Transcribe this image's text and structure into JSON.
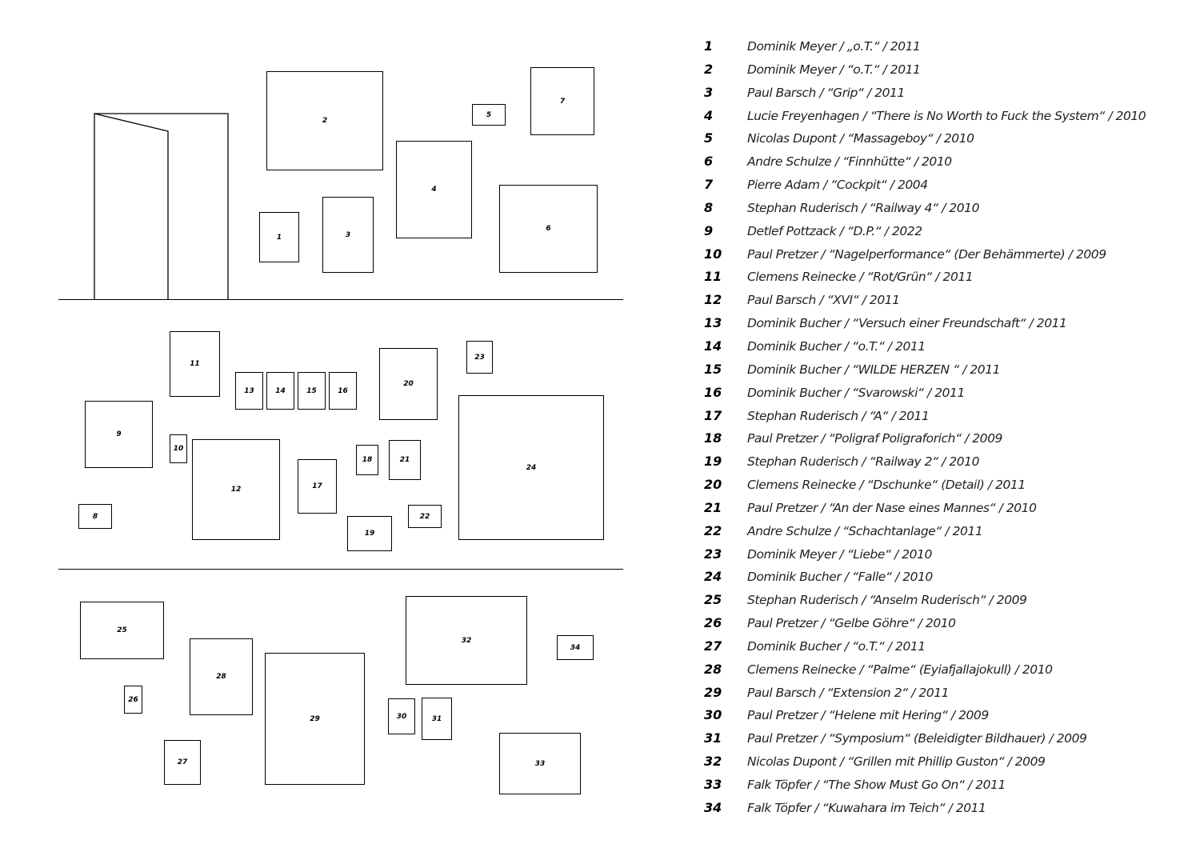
{
  "frames": [
    {
      "num": "1"
    },
    {
      "num": "2"
    },
    {
      "num": "3"
    },
    {
      "num": "4"
    },
    {
      "num": "5"
    },
    {
      "num": "6"
    },
    {
      "num": "7"
    },
    {
      "num": "8"
    },
    {
      "num": "9"
    },
    {
      "num": "10"
    },
    {
      "num": "11"
    },
    {
      "num": "12"
    },
    {
      "num": "13"
    },
    {
      "num": "14"
    },
    {
      "num": "15"
    },
    {
      "num": "16"
    },
    {
      "num": "17"
    },
    {
      "num": "18"
    },
    {
      "num": "19"
    },
    {
      "num": "20"
    },
    {
      "num": "21"
    },
    {
      "num": "22"
    },
    {
      "num": "23"
    },
    {
      "num": "24"
    },
    {
      "num": "25"
    },
    {
      "num": "26"
    },
    {
      "num": "27"
    },
    {
      "num": "28"
    },
    {
      "num": "29"
    },
    {
      "num": "30"
    },
    {
      "num": "31"
    },
    {
      "num": "32"
    },
    {
      "num": "33"
    },
    {
      "num": "34"
    }
  ],
  "legend": [
    {
      "num": "1",
      "text": "Dominik Meyer / „o.T.“ / 2011"
    },
    {
      "num": "2",
      "text": "Dominik Meyer / “o.T.“ / 2011"
    },
    {
      "num": "3",
      "text": "Paul Barsch / “Grip“ / 2011"
    },
    {
      "num": "4",
      "text": "Lucie Freyenhagen / “There is No Worth to Fuck the System“ / 2010"
    },
    {
      "num": "5",
      "text": "Nicolas Dupont / “Massageboy“ / 2010"
    },
    {
      "num": "6",
      "text": "Andre Schulze / “Finnhütte“ / 2010"
    },
    {
      "num": "7",
      "text": "Pierre Adam / “Cockpit“ / 2004"
    },
    {
      "num": "8",
      "text": "Stephan Ruderisch / “Railway 4“ / 2010"
    },
    {
      "num": "9",
      "text": "Detlef Pottzack / “D.P.“ / 2022"
    },
    {
      "num": "10",
      "text": "Paul Pretzer / “Nagelperformance“ (Der Behämmerte) / 2009"
    },
    {
      "num": "11",
      "text": "Clemens Reinecke / “Rot/Grün“ / 2011"
    },
    {
      "num": "12",
      "text": "Paul Barsch / “XVI“  / 2011"
    },
    {
      "num": "13",
      "text": "Dominik Bucher / “Versuch einer Freundschaft“ / 2011"
    },
    {
      "num": "14",
      "text": "Dominik Bucher / “o.T.“ / 2011"
    },
    {
      "num": "15",
      "text": "Dominik Bucher / “WILDE HERZEN “ / 2011"
    },
    {
      "num": "16",
      "text": "Dominik Bucher / “Svarowski“ / 2011"
    },
    {
      "num": "17",
      "text": "Stephan Ruderisch / “A“ / 2011"
    },
    {
      "num": "18",
      "text": "Paul Pretzer / “Poligraf Poligraforich“ / 2009"
    },
    {
      "num": "19",
      "text": "Stephan Ruderisch / “Railway 2“ / 2010"
    },
    {
      "num": "20",
      "text": "Clemens Reinecke / “Dschunke“ (Detail) / 2011"
    },
    {
      "num": "21",
      "text": "Paul Pretzer / “An der Nase eines Mannes“ / 2010"
    },
    {
      "num": "22",
      "text": "Andre Schulze / “Schachtanlage“ / 2011"
    },
    {
      "num": "23",
      "text": "Dominik Meyer / “Liebe“ / 2010"
    },
    {
      "num": "24",
      "text": "Dominik Bucher / “Falle“ / 2010"
    },
    {
      "num": "25",
      "text": "Stephan Ruderisch / “Anselm Ruderisch“ / 2009"
    },
    {
      "num": "26",
      "text": "Paul Pretzer / “Gelbe Göhre“ / 2010"
    },
    {
      "num": "27",
      "text": "Dominik Bucher / “o.T.“ / 2011"
    },
    {
      "num": "28",
      "text": "Clemens Reinecke / “Palme“ (Eyiafjallajokull) / 2010"
    },
    {
      "num": "29",
      "text": "Paul Barsch / “Extension 2“ / 2011"
    },
    {
      "num": "30",
      "text": "Paul Pretzer / “Helene mit Hering“ / 2009"
    },
    {
      "num": "31",
      "text": "Paul Pretzer / “Symposium“ (Beleidigter Bildhauer) / 2009"
    },
    {
      "num": "32",
      "text": "Nicolas Dupont / “Grillen mit Phillip Guston“ / 2009"
    },
    {
      "num": "33",
      "text": "Falk Töpfer / “The Show Must Go On“ / 2011"
    },
    {
      "num": "34",
      "text": "Falk Töpfer / “Kuwahara im Teich“ / 2011"
    }
  ]
}
